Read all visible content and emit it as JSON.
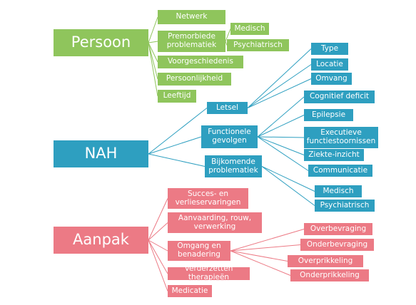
{
  "colors": {
    "persoon": "#8fc55c",
    "nah": "#2e9fc0",
    "aanpak": "#ec7a85"
  },
  "persoon": {
    "label": "Persoon",
    "children": [
      "Netwerk",
      "Premorbiede\nproblematiek",
      "Voorgeschiedenis",
      "Persoonlijkheid",
      "Leeftijd"
    ],
    "premorbiede": [
      "Medisch",
      "Psychiatrisch"
    ]
  },
  "nah": {
    "label": "NAH",
    "children": [
      "Letsel",
      "Functionele\ngevolgen",
      "Bijkomende\nproblematiek"
    ],
    "letsel": [
      "Type",
      "Locatie",
      "Omvang"
    ],
    "functionele": [
      "Cognitief deficit",
      "Epilepsie",
      "Executieve\nfunctiestoornissen",
      "Ziekte-inzicht",
      "Communicatie"
    ],
    "bijkomende": [
      "Medisch",
      "Psychiatrisch"
    ]
  },
  "aanpak": {
    "label": "Aanpak",
    "children": [
      "Succes- en\nverlieservaringen",
      "Aanvaarding, rouw,\nverwerking",
      "Omgang en\nbenadering",
      "Verderzetten therapieën",
      "Medicatie"
    ],
    "omgang": [
      "Overbevraging",
      "Onderbevraging",
      "Overprikkeling",
      "Onderprikkeling"
    ]
  }
}
